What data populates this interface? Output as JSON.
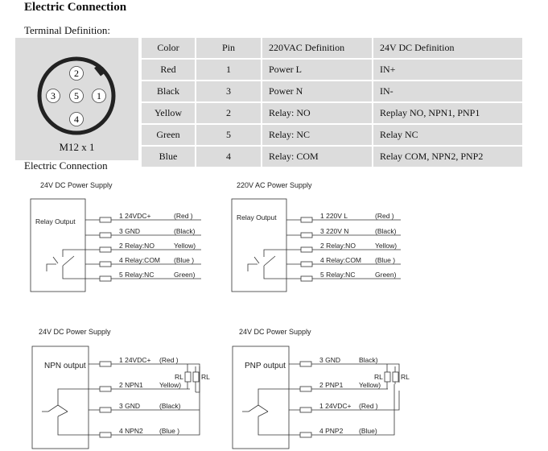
{
  "heading": "Electric Connection",
  "terminal_definition_label": "Terminal Definition:",
  "connector": {
    "label": "M12 x 1",
    "pins": [
      "2",
      "3",
      "5",
      "1",
      "4"
    ]
  },
  "table": {
    "headers": [
      "Color",
      "Pin",
      "220VAC Definition",
      "24V DC Definition"
    ],
    "rows": [
      [
        "Red",
        "1",
        "Power L",
        "IN+"
      ],
      [
        "Black",
        "3",
        "Power N",
        "IN-"
      ],
      [
        "Yellow",
        "2",
        "Relay: NO",
        "Replay NO, NPN1, PNP1"
      ],
      [
        "Green",
        "5",
        "Relay: NC",
        "Relay NC"
      ],
      [
        "Blue",
        "4",
        "Relay: COM",
        "Relay COM, NPN2, PNP2"
      ]
    ]
  },
  "electric_connection_label": "Electric Connection",
  "diagrams": {
    "d1": {
      "supply": "24V DC Power Supply",
      "box": "Relay Output",
      "lines": [
        {
          "label": "1 24VDC+",
          "color": "(Red )"
        },
        {
          "label": "3 GND",
          "color": "(Black)"
        },
        {
          "label": "2 Relay:NO",
          "color": "Yellow)"
        },
        {
          "label": "4 Relay:COM",
          "color": "(Blue )"
        },
        {
          "label": "5 Relay:NC",
          "color": "Green)"
        }
      ]
    },
    "d2": {
      "supply": "220V AC Power Supply",
      "box": "Relay Output",
      "lines": [
        {
          "label": "1 220V L",
          "color": "(Red )"
        },
        {
          "label": "3 220V N",
          "color": "(Black)"
        },
        {
          "label": "2 Relay:NO",
          "color": "Yellow)"
        },
        {
          "label": "4 Relay:COM",
          "color": "(Blue )"
        },
        {
          "label": "5 Relay:NC",
          "color": "Green)"
        }
      ]
    },
    "d3": {
      "supply": "24V DC Power Supply",
      "box": "NPN output",
      "rl": "RL",
      "lines": [
        {
          "label": "1 24VDC+",
          "color": "(Red )"
        },
        {
          "label": "2 NPN1",
          "color": "Yellow)"
        },
        {
          "label": "3 GND",
          "color": "(Black)"
        },
        {
          "label": "4 NPN2",
          "color": "(Blue )"
        }
      ]
    },
    "d4": {
      "supply": "24V DC Power Supply",
      "box": "PNP output",
      "rl": "RL",
      "lines": [
        {
          "label": "3 GND",
          "color": "Black)"
        },
        {
          "label": "2 PNP1",
          "color": "Yellow)"
        },
        {
          "label": "1 24VDC+",
          "color": "(Red )"
        },
        {
          "label": "4 PNP2",
          "color": "(Blue)"
        }
      ]
    }
  }
}
